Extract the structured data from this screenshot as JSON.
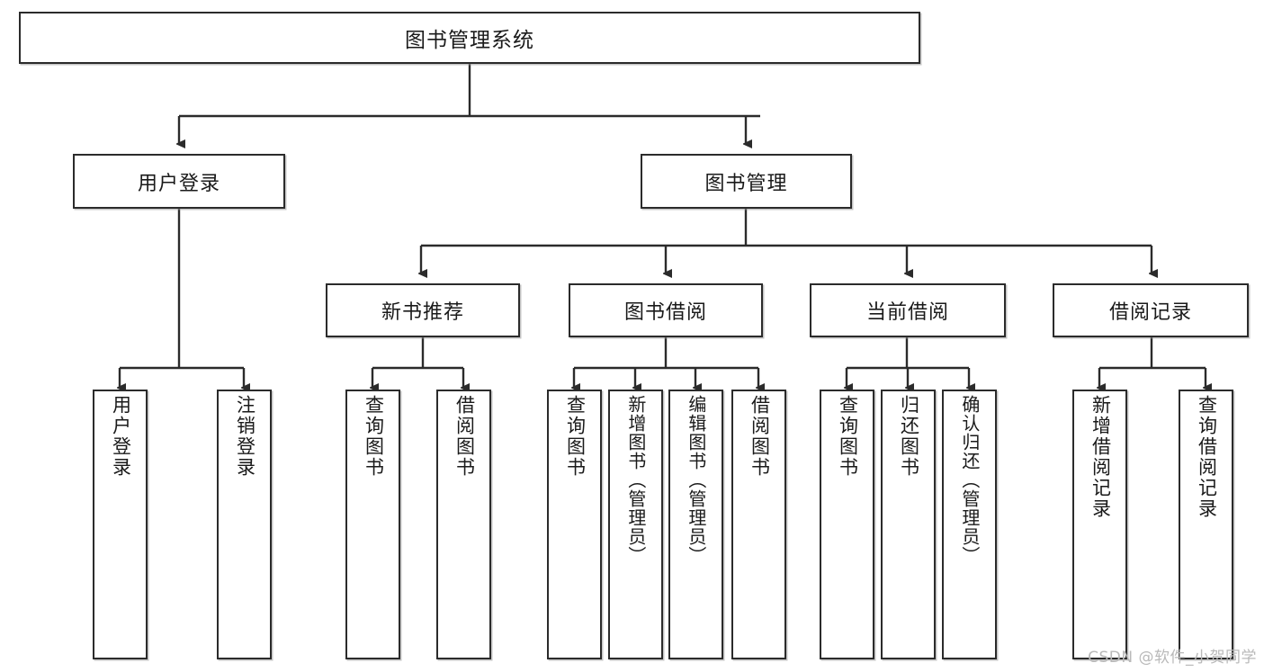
{
  "diagram": {
    "title": "图书管理系统",
    "type": "tree",
    "watermark": "CSDN @软件_小贺同学",
    "colors": {
      "box_border": "#2b2b2b",
      "box_fill": "#ffffff",
      "connector": "#2b2b2b",
      "text": "#1a1a1a",
      "watermark": "#b9b9b9"
    },
    "root": {
      "label": "图书管理系统"
    },
    "level2": [
      {
        "id": "user-login",
        "label": "用户登录"
      },
      {
        "id": "book-manage",
        "label": "图书管理"
      }
    ],
    "level3": [
      {
        "id": "new-book-recommend",
        "label": "新书推荐"
      },
      {
        "id": "book-borrow",
        "label": "图书借阅"
      },
      {
        "id": "current-borrow",
        "label": "当前借阅"
      },
      {
        "id": "borrow-record",
        "label": "借阅记录"
      }
    ],
    "leaves": {
      "user_login": [
        {
          "id": "leaf-user-login",
          "label": "用户登录"
        },
        {
          "id": "leaf-logout-login",
          "label": "注销登录"
        }
      ],
      "new_book_recommend": [
        {
          "id": "leaf-query-book-1",
          "label": "查询图书"
        },
        {
          "id": "leaf-borrow-book-1",
          "label": "借阅图书"
        }
      ],
      "book_borrow": [
        {
          "id": "leaf-query-book-2",
          "label": "查询图书"
        },
        {
          "id": "leaf-add-book",
          "label": "新增图书（管理员）"
        },
        {
          "id": "leaf-edit-book",
          "label": "编辑图书（管理员）"
        },
        {
          "id": "leaf-borrow-book-2",
          "label": "借阅图书"
        }
      ],
      "current_borrow": [
        {
          "id": "leaf-query-book-3",
          "label": "查询图书"
        },
        {
          "id": "leaf-return-book",
          "label": "归还图书"
        },
        {
          "id": "leaf-confirm-return",
          "label": "确认归还（管理员）"
        }
      ],
      "borrow_record": [
        {
          "id": "leaf-add-record",
          "label": "新增借阅记录"
        },
        {
          "id": "leaf-query-record",
          "label": "查询借阅记录"
        }
      ]
    }
  }
}
